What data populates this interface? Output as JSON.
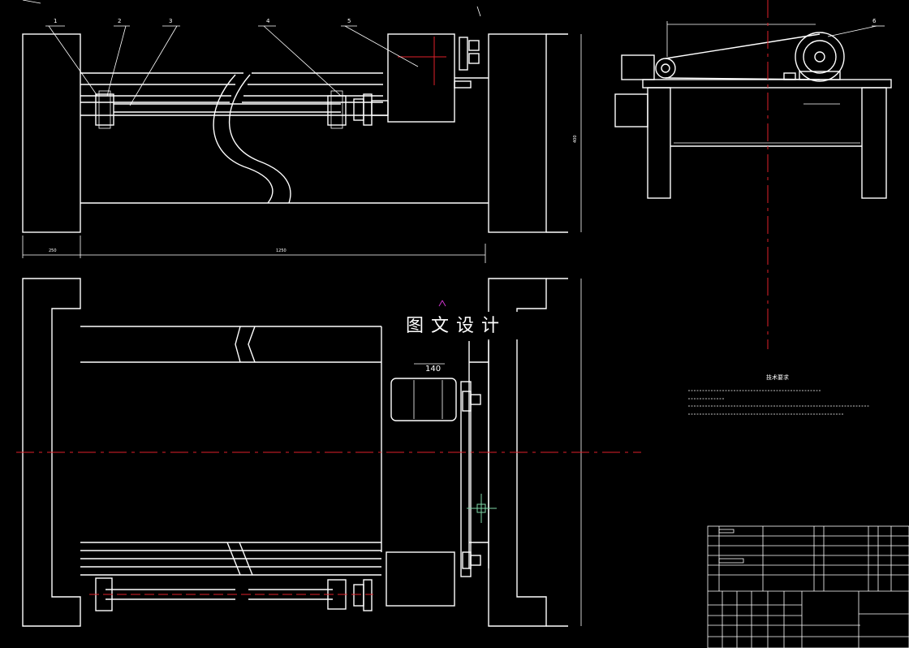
{
  "drawing": {
    "watermark": "图文设计",
    "dimensions": {
      "motor_width": "140"
    },
    "part_numbers": [
      "1",
      "2",
      "3",
      "4",
      "5",
      "6"
    ],
    "tech_requirements_title": "技术要求"
  },
  "colors": {
    "background": "#000000",
    "lines": "#ffffff",
    "centerline": "#e0202a",
    "watermark_marker": "#cc33cc",
    "cursor": "#7fd8a8"
  }
}
